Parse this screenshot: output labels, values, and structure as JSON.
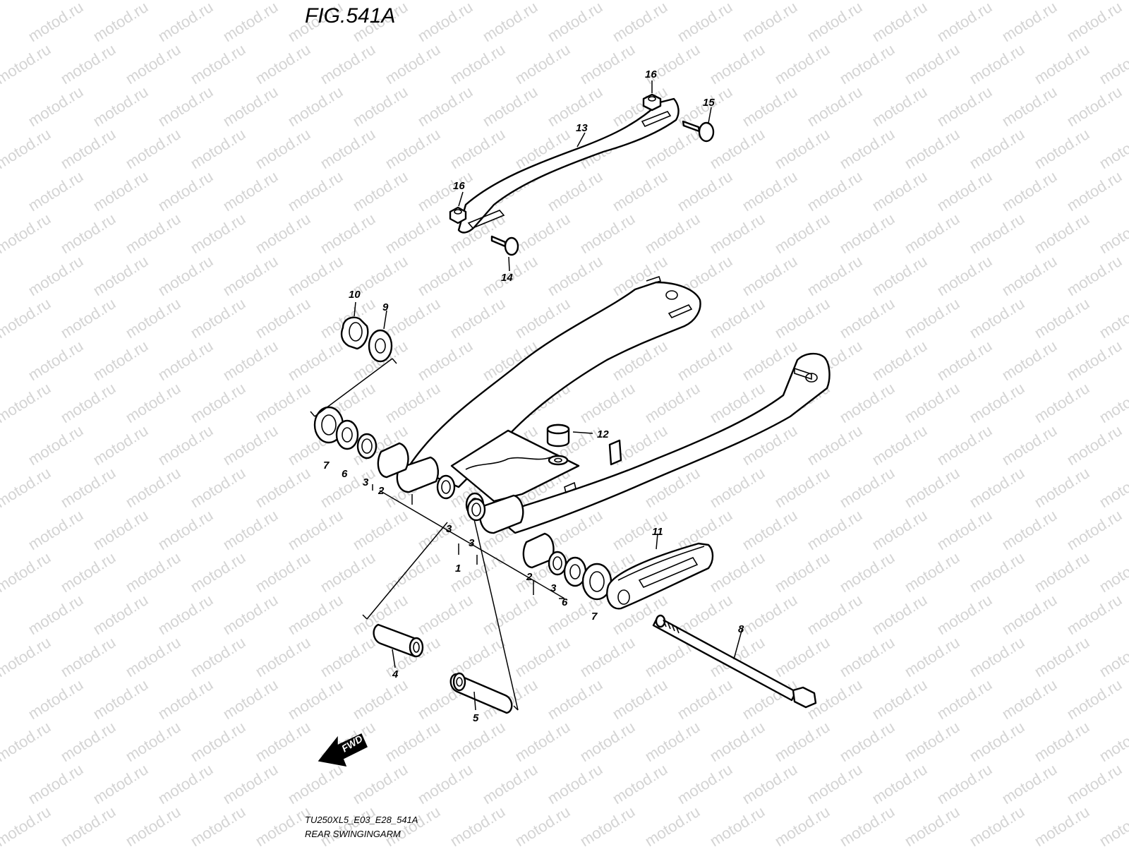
{
  "figure": {
    "title": "FIG.541A",
    "code": "TU250XL5_E03_E28_541A",
    "name": "REAR SWINGINGARM"
  },
  "watermark": {
    "text": "motod.ru"
  },
  "direction_badge": {
    "label": "FWD",
    "icon": "fwd-arrow-icon"
  },
  "callouts": [
    {
      "id": "c1",
      "label": "1"
    },
    {
      "id": "c2a",
      "label": "2"
    },
    {
      "id": "c2b",
      "label": "2"
    },
    {
      "id": "c3a",
      "label": "3"
    },
    {
      "id": "c3b",
      "label": "3"
    },
    {
      "id": "c3c",
      "label": "3"
    },
    {
      "id": "c3d",
      "label": "3"
    },
    {
      "id": "c4",
      "label": "4"
    },
    {
      "id": "c5",
      "label": "5"
    },
    {
      "id": "c6a",
      "label": "6"
    },
    {
      "id": "c6b",
      "label": "6"
    },
    {
      "id": "c7a",
      "label": "7"
    },
    {
      "id": "c7b",
      "label": "7"
    },
    {
      "id": "c8",
      "label": "8"
    },
    {
      "id": "c9",
      "label": "9"
    },
    {
      "id": "c10",
      "label": "10"
    },
    {
      "id": "c11",
      "label": "11"
    },
    {
      "id": "c12",
      "label": "12"
    },
    {
      "id": "c13",
      "label": "13"
    },
    {
      "id": "c14",
      "label": "14"
    },
    {
      "id": "c15",
      "label": "15"
    },
    {
      "id": "c16a",
      "label": "16"
    },
    {
      "id": "c16b",
      "label": "16"
    }
  ]
}
